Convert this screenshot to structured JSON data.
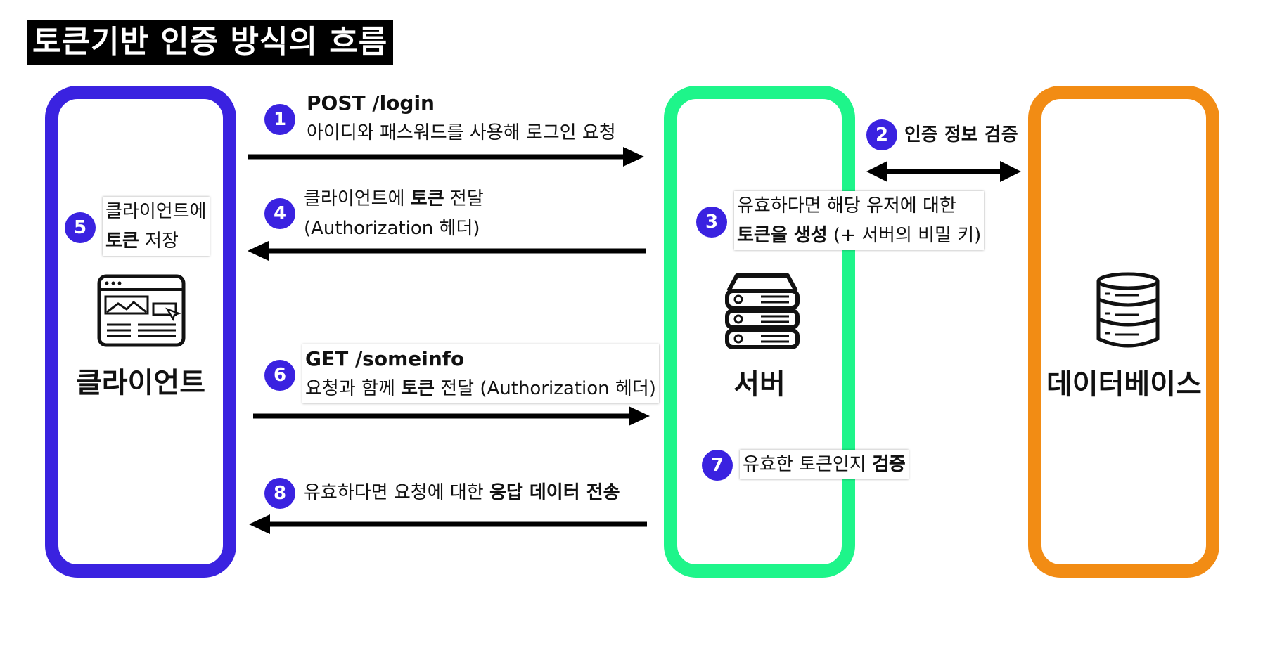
{
  "title": "토큰기반 인증 방식의 흐름",
  "columns": {
    "client": {
      "label": "클라이언트",
      "color": "#3a22e0",
      "icon": "browser-window-icon"
    },
    "server": {
      "label": "서버",
      "color": "#1ef58a",
      "icon": "server-rack-icon"
    },
    "database": {
      "label": "데이터베이스",
      "color": "#f28c14",
      "icon": "database-icon"
    }
  },
  "steps": {
    "s1": {
      "number": "1",
      "line1": "POST /login",
      "line2": "아이디와 패스워드를 사용해 로그인 요청"
    },
    "s2": {
      "number": "2",
      "text": "인증 정보 검증"
    },
    "s3": {
      "number": "3",
      "line1": "유효하다면 해당 유저에 대한",
      "line2_bold": "토큰을 생성",
      "line2_rest": " (+ 서버의 비밀 키)"
    },
    "s4": {
      "number": "4",
      "line1_prefix": "클라이언트에 ",
      "line1_bold": "토큰",
      "line1_suffix": " 전달",
      "line2": "(Authorization 헤더)"
    },
    "s5": {
      "number": "5",
      "line1": "클라이언트에",
      "line2_bold": "토큰",
      "line2_rest": " 저장"
    },
    "s6": {
      "number": "6",
      "line1": "GET /someinfo",
      "line2_prefix": "요청과 함께 ",
      "line2_bold": "토큰",
      "line2_suffix": " 전달 (Authorization 헤더)"
    },
    "s7": {
      "number": "7",
      "text_prefix": "유효한 토큰인지 ",
      "text_bold": "검증"
    },
    "s8": {
      "number": "8",
      "text_prefix": "유효하다면 요청에 대한 ",
      "text_bold": "응답 데이터 전송"
    }
  },
  "colors": {
    "badge": "#3a22e0",
    "arrow": "#000000"
  }
}
